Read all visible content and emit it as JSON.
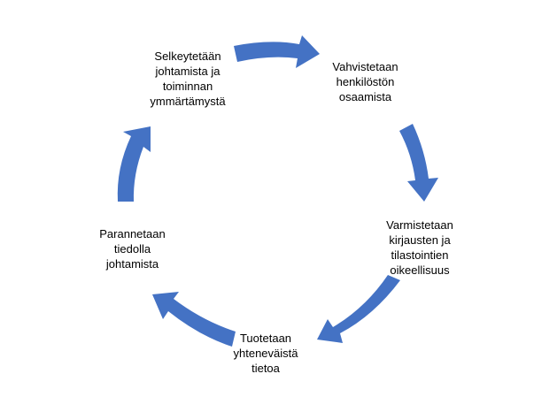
{
  "diagram": {
    "type": "cycle",
    "arrow_color": "#4472C4",
    "text_color": "#000000",
    "background_color": "#FFFFFF",
    "steps": [
      {
        "label": "Selkeytetään\njohtamista ja\ntoiminnan\nymmärtämystä"
      },
      {
        "label": "Vahvistetaan\nhenkilöstön\nosaamista"
      },
      {
        "label": "Varmistetaan\nkirjausten ja\ntilastointien\noikeellisuus"
      },
      {
        "label": "Tuotetaan\nyhteneväistä\ntietoa"
      },
      {
        "label": "Parannetaan\ntiedolla\njohtamista"
      }
    ]
  }
}
